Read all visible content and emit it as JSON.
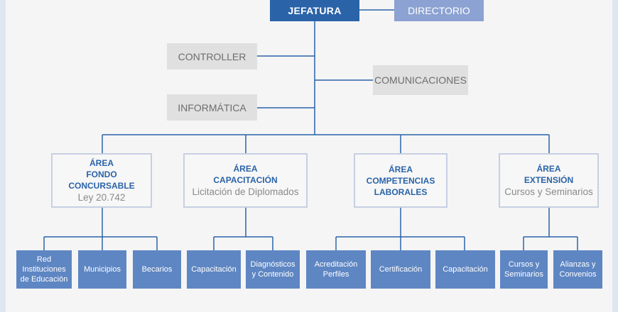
{
  "top": {
    "jefatura": "JEFATURA",
    "directorio": "DIRECTORIO"
  },
  "staff": {
    "controller": "CONTROLLER",
    "comunicaciones": "COMUNICACIONES",
    "informatica": "INFORMÁTICA"
  },
  "areas": [
    {
      "label": "ÁREA",
      "name": "FONDO CONCURSABLE",
      "sub": "Ley 20.742",
      "units": [
        [
          "Red",
          "Instituciones",
          "de Educación"
        ],
        [
          "Municipios"
        ],
        [
          "Becarios"
        ]
      ]
    },
    {
      "label": "ÁREA",
      "name": "CAPACITACIÓN",
      "sub": "Licitación de Diplomados",
      "units": [
        [
          "Capacitación"
        ],
        [
          "Diagnósticos",
          "y Contenido"
        ]
      ]
    },
    {
      "label": "ÁREA",
      "name": "COMPETENCIAS",
      "name2": "LABORALES",
      "units": [
        [
          "Acreditación",
          "Perfiles"
        ],
        [
          "Certificación"
        ],
        [
          "Capacitación"
        ]
      ]
    },
    {
      "label": "ÁREA",
      "name": "EXTENSIÓN",
      "sub": "Cursos y Seminarios",
      "units": [
        [
          "Cursos y",
          "Seminarios"
        ],
        [
          "Alianzas y",
          "Convenios"
        ]
      ]
    }
  ],
  "colors": {
    "primary": "#2a63a8",
    "directorio": "#8ca2d2",
    "staff": "#e0e0e0",
    "unit": "#5e86c3",
    "area_border": "#c7cfe3",
    "line": "#2a63a8"
  }
}
